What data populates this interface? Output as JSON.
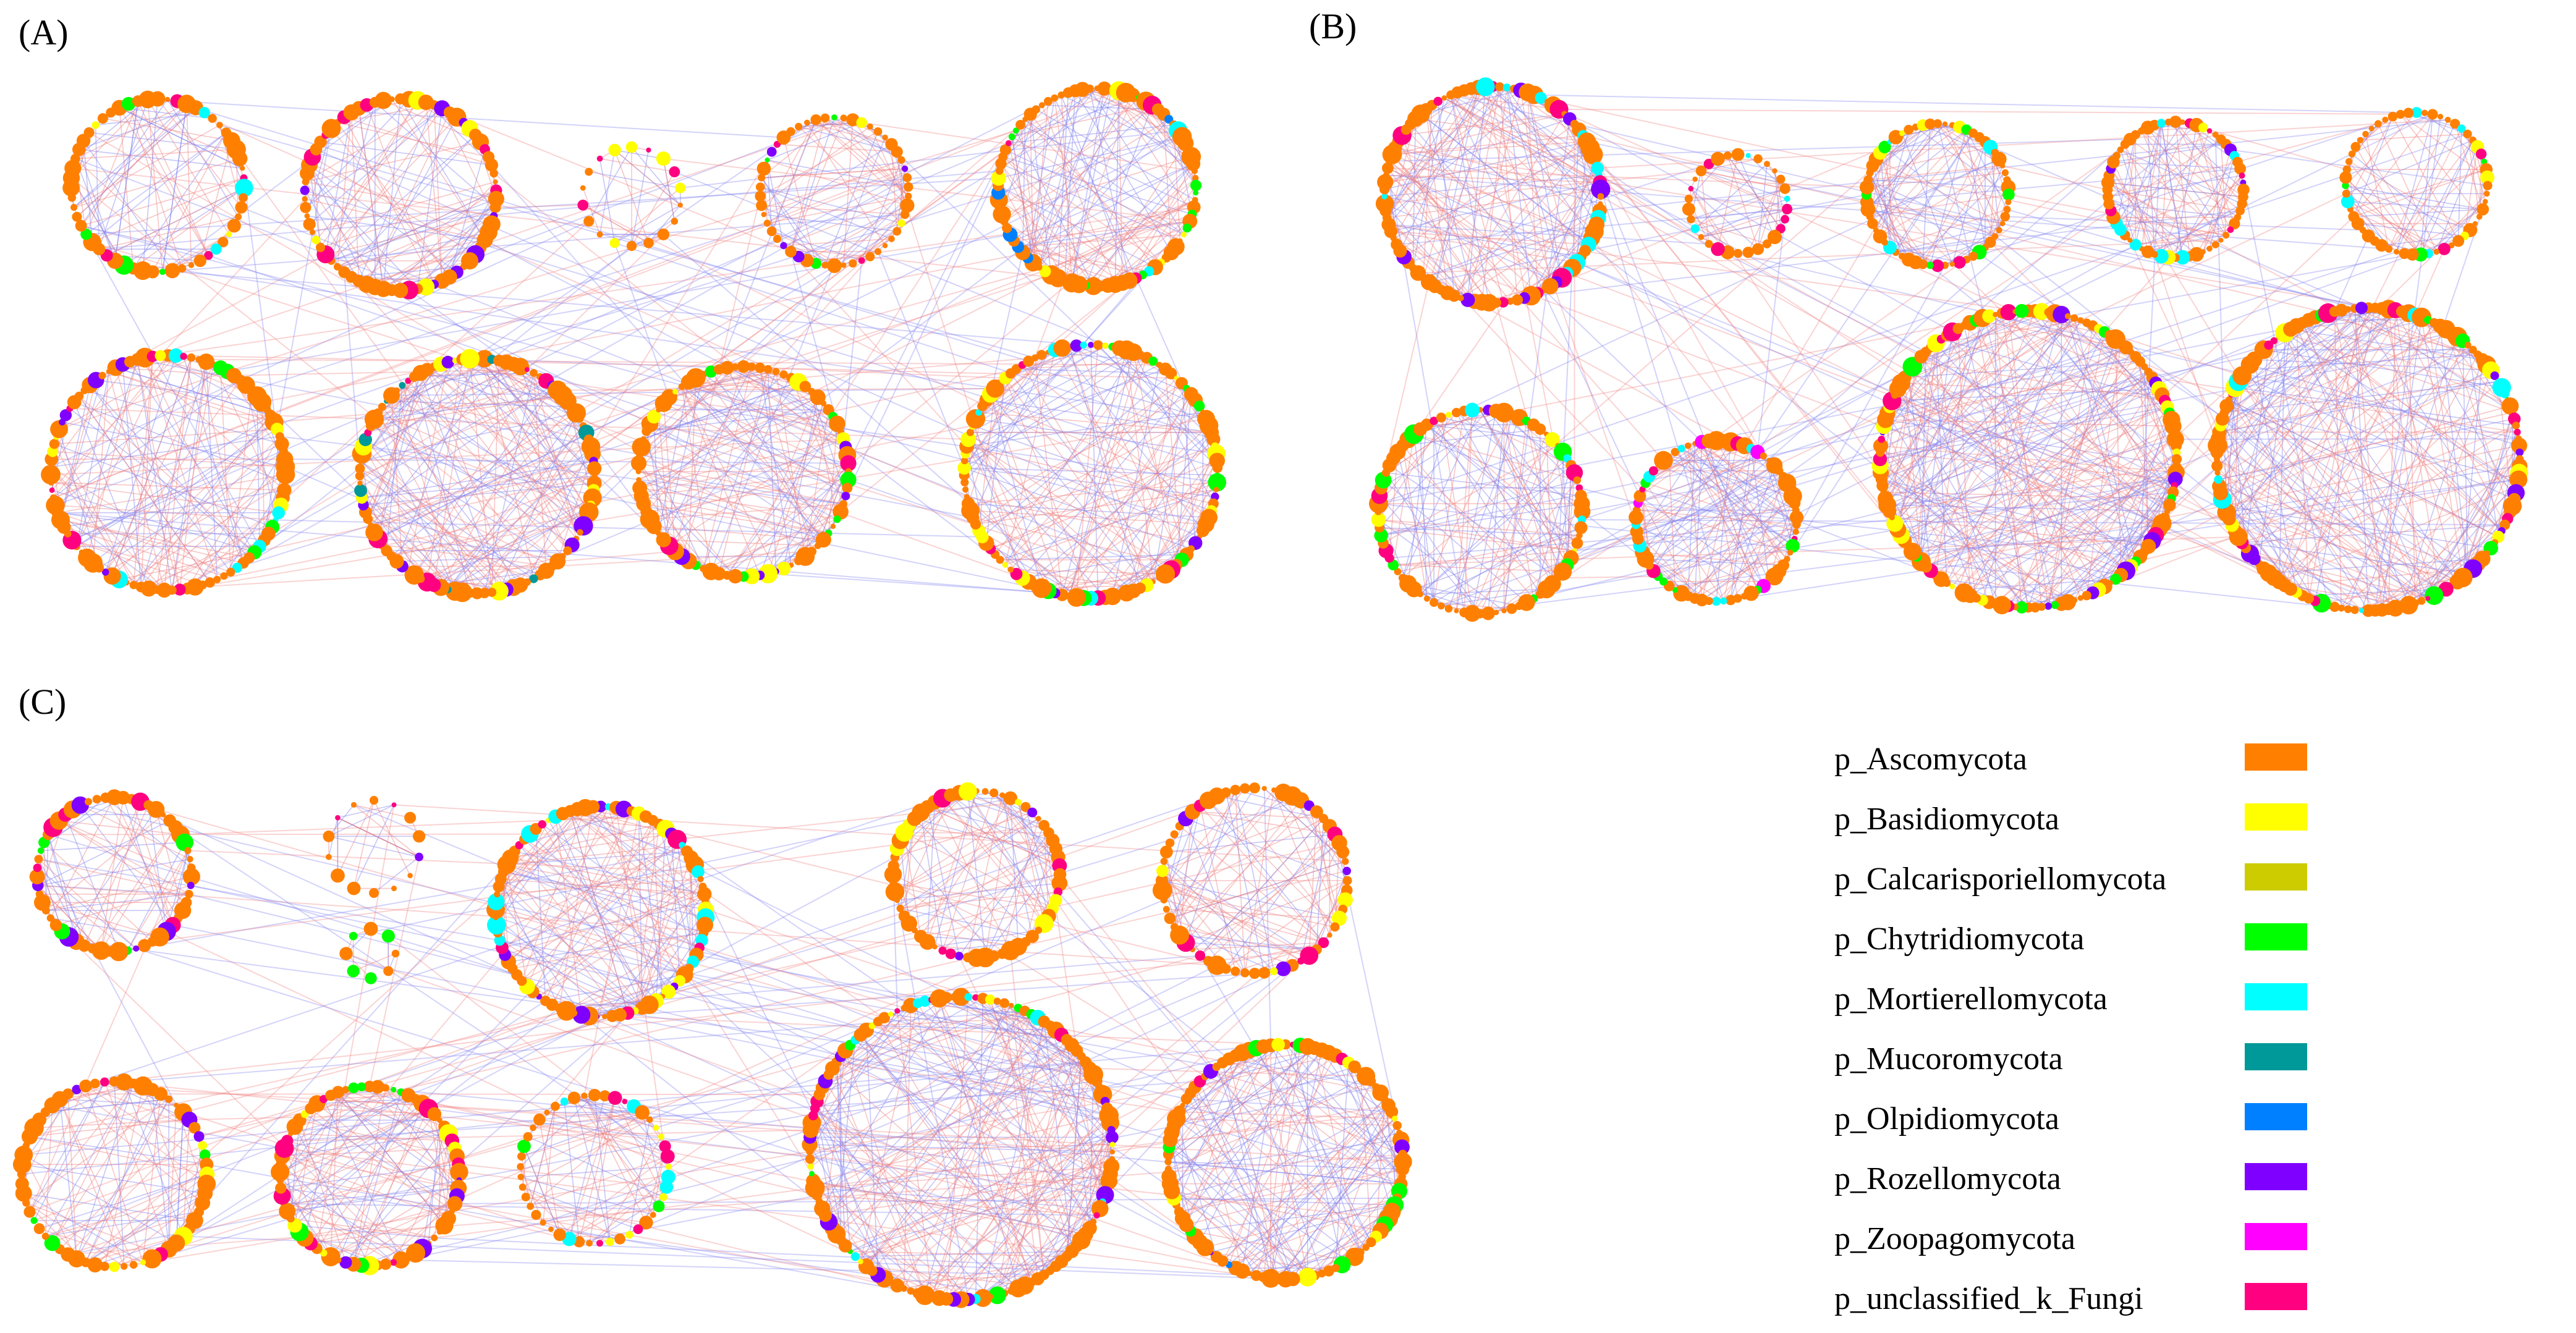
{
  "panels": [
    {
      "label": "(A)",
      "modules": [
        {
          "n": 55,
          "col": "ascomycota",
          "acc": [
            "basidiomycota",
            "mortierellomycota",
            "chytridiomycota",
            "unclassified",
            "rozellomycota"
          ]
        },
        {
          "n": 70,
          "col": "ascomycota",
          "acc": [
            "unclassified",
            "basidiomycota",
            "rozellomycota"
          ]
        },
        {
          "n": 18,
          "col": "ascomycota",
          "acc": [
            "unclassified",
            "chytridiomycota",
            "basidiomycota"
          ]
        },
        {
          "n": 50,
          "col": "ascomycota",
          "acc": [
            "basidiomycota",
            "unclassified",
            "chytridiomycota",
            "rozellomycota"
          ]
        },
        {
          "n": 85,
          "col": "ascomycota",
          "acc": [
            "unclassified",
            "chytridiomycota",
            "mortierellomycota",
            "olpidiomycota",
            "basidiomycota"
          ]
        },
        {
          "n": 95,
          "col": "ascomycota",
          "acc": [
            "unclassified",
            "basidiomycota",
            "chytridiomycota",
            "mortierellomycota",
            "rozellomycota"
          ]
        },
        {
          "n": 100,
          "col": "ascomycota",
          "acc": [
            "unclassified",
            "basidiomycota",
            "mucoromycota",
            "rozellomycota"
          ]
        },
        {
          "n": 80,
          "col": "ascomycota",
          "acc": [
            "unclassified",
            "basidiomycota",
            "chytridiomycota",
            "rozellomycota"
          ]
        },
        {
          "n": 110,
          "col": "ascomycota",
          "acc": [
            "unclassified",
            "basidiomycota",
            "chytridiomycota",
            "mortierellomycota",
            "rozellomycota"
          ]
        }
      ]
    },
    {
      "label": "(B)",
      "modules": [
        {
          "n": 95,
          "col": "ascomycota",
          "acc": [
            "unclassified",
            "mortierellomycota",
            "rozellomycota"
          ]
        },
        {
          "n": 30,
          "col": "ascomycota",
          "acc": [
            "unclassified",
            "mortierellomycota"
          ]
        },
        {
          "n": 60,
          "col": "ascomycota",
          "acc": [
            "chytridiomycota",
            "basidiomycota",
            "mortierellomycota",
            "unclassified"
          ]
        },
        {
          "n": 60,
          "col": "ascomycota",
          "acc": [
            "unclassified",
            "rozellomycota",
            "basidiomycota",
            "mortierellomycota"
          ]
        },
        {
          "n": 55,
          "col": "ascomycota",
          "acc": [
            "basidiomycota",
            "unclassified",
            "chytridiomycota",
            "mortierellomycota"
          ]
        },
        {
          "n": 80,
          "col": "ascomycota",
          "acc": [
            "basidiomycota",
            "chytridiomycota",
            "mortierellomycota",
            "unclassified",
            "rozellomycota"
          ]
        },
        {
          "n": 70,
          "col": "ascomycota",
          "acc": [
            "unclassified",
            "mortierellomycota",
            "chytridiomycota",
            "zoopagomycota"
          ]
        },
        {
          "n": 140,
          "col": "ascomycota",
          "acc": [
            "unclassified",
            "chytridiomycota",
            "rozellomycota",
            "basidiomycota"
          ]
        },
        {
          "n": 140,
          "col": "ascomycota",
          "acc": [
            "unclassified",
            "basidiomycota",
            "mortierellomycota",
            "chytridiomycota",
            "rozellomycota"
          ]
        }
      ]
    },
    {
      "label": "(C)",
      "modules": [
        {
          "n": 55,
          "col": "ascomycota",
          "acc": [
            "unclassified",
            "chytridiomycota",
            "rozellomycota"
          ]
        },
        {
          "n": 14,
          "col": "ascomycota",
          "acc": [
            "unclassified",
            "rozellomycota"
          ]
        },
        {
          "n": 8,
          "col": "ascomycota",
          "acc": [
            "chytridiomycota"
          ]
        },
        {
          "n": 85,
          "col": "ascomycota",
          "acc": [
            "basidiomycota",
            "unclassified",
            "mortierellomycota",
            "rozellomycota"
          ]
        },
        {
          "n": 60,
          "col": "ascomycota",
          "acc": [
            "basidiomycota",
            "unclassified",
            "rozellomycota"
          ]
        },
        {
          "n": 60,
          "col": "ascomycota",
          "acc": [
            "basidiomycota",
            "unclassified",
            "rozellomycota"
          ]
        },
        {
          "n": 60,
          "col": "ascomycota",
          "acc": [
            "basidiomycota",
            "chytridiomycota",
            "unclassified",
            "rozellomycota"
          ]
        },
        {
          "n": 70,
          "col": "ascomycota",
          "acc": [
            "basidiomycota",
            "unclassified",
            "rozellomycota",
            "chytridiomycota"
          ]
        },
        {
          "n": 45,
          "col": "ascomycota",
          "acc": [
            "basidiomycota",
            "chytridiomycota",
            "mortierellomycota",
            "unclassified"
          ]
        },
        {
          "n": 130,
          "col": "ascomycota",
          "acc": [
            "unclassified",
            "mortierellomycota",
            "chytridiomycota",
            "basidiomycota",
            "rozellomycota"
          ]
        },
        {
          "n": 100,
          "col": "ascomycota",
          "acc": [
            "unclassified",
            "chytridiomycota",
            "olpidiomycota",
            "rozellomycota",
            "basidiomycota"
          ]
        }
      ]
    }
  ],
  "legend": [
    {
      "key": "ascomycota",
      "label": "p_Ascomycota",
      "color": "#FF8000"
    },
    {
      "key": "basidiomycota",
      "label": "p_Basidiomycota",
      "color": "#FFFF00"
    },
    {
      "key": "calcarisporiellomycota",
      "label": "p_Calcarisporiellomycota",
      "color": "#CCCC00"
    },
    {
      "key": "chytridiomycota",
      "label": "p_Chytridiomycota",
      "color": "#00FF00"
    },
    {
      "key": "mortierellomycota",
      "label": "p_Mortierellomycota",
      "color": "#00FFFF"
    },
    {
      "key": "mucoromycota",
      "label": "p_Mucoromycota",
      "color": "#009999"
    },
    {
      "key": "olpidiomycota",
      "label": "p_Olpidiomycota",
      "color": "#0080FF"
    },
    {
      "key": "rozellomycota",
      "label": "p_Rozellomycota",
      "color": "#8000FF"
    },
    {
      "key": "zoopagomycota",
      "label": "p_Zoopagomycota",
      "color": "#FF00FF"
    },
    {
      "key": "unclassified",
      "label": "p_unclassified_k_Fungi",
      "color": "#FF0080"
    }
  ],
  "edge_colors": {
    "positive": "#F08080",
    "negative": "#8080F0"
  }
}
